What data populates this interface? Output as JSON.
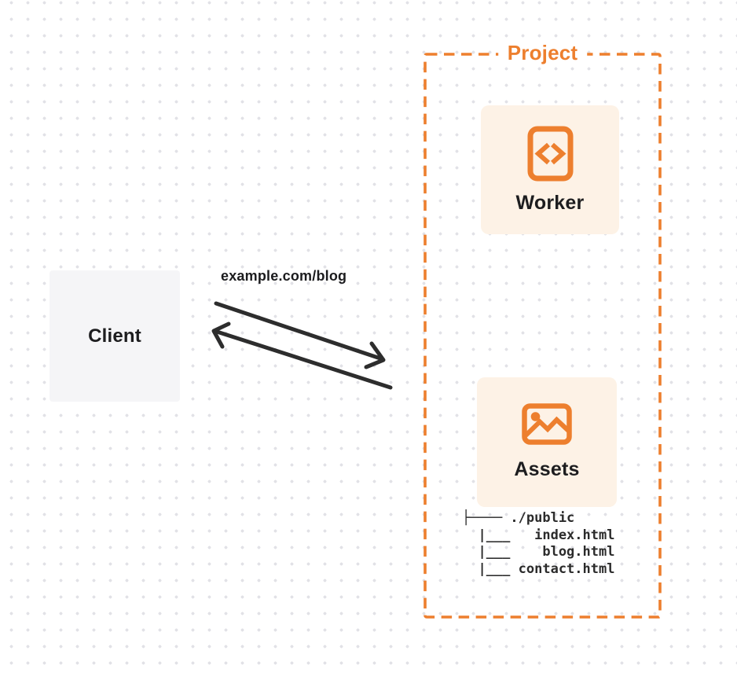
{
  "colors": {
    "accent": "#ED7F2E",
    "card_background": "#FDF2E6",
    "client_background": "#F5F5F7",
    "text_dark": "#1D1D1F",
    "arrow": "#2D2D2D",
    "dot_grid": "#E2E2E7"
  },
  "client": {
    "label": "Client"
  },
  "request_label": "example.com/blog",
  "project": {
    "title": "Project",
    "worker": {
      "label": "Worker",
      "icon": "code-document-icon"
    },
    "assets": {
      "label": "Assets",
      "icon": "image-icon"
    },
    "file_tree": {
      "text": "├──── ./public\n  |___   index.html\n  |___    blog.html\n  |___ contact.html",
      "root": "./public",
      "files": [
        "index.html",
        "blog.html",
        "contact.html"
      ]
    }
  }
}
